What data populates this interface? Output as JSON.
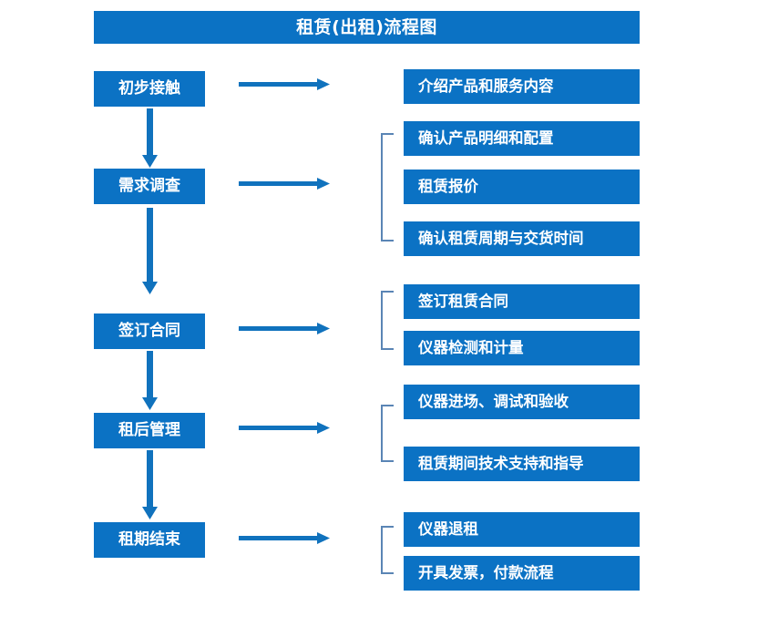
{
  "title": "租赁(出租)流程图",
  "colors": {
    "box_blue": "#0b72c4",
    "box_text": "#ffffff",
    "arrow_blue": "#1072bd",
    "bracket_blue": "#5a85b5",
    "background": "#ffffff"
  },
  "stages": [
    {
      "label": "初步接触"
    },
    {
      "label": "需求调查"
    },
    {
      "label": "签订合同"
    },
    {
      "label": "租后管理"
    },
    {
      "label": "租期结束"
    }
  ],
  "groups": [
    {
      "bracket": false,
      "details": [
        {
          "label": "介绍产品和服务内容"
        }
      ]
    },
    {
      "bracket": true,
      "details": [
        {
          "label": "确认产品明细和配置"
        },
        {
          "label": "租赁报价"
        },
        {
          "label": "确认租赁周期与交货时间"
        }
      ]
    },
    {
      "bracket": true,
      "details": [
        {
          "label": "签订租赁合同"
        },
        {
          "label": "仪器检测和计量"
        }
      ]
    },
    {
      "bracket": true,
      "details": [
        {
          "label": "仪器进场、调试和验收"
        },
        {
          "label": "租赁期间技术支持和指导"
        }
      ]
    },
    {
      "bracket": true,
      "details": [
        {
          "label": "仪器退租"
        },
        {
          "label": "开具发票，付款流程"
        }
      ]
    }
  ],
  "connectors": {
    "horizontal_arrow_name": "right-arrow-icon",
    "vertical_arrow_name": "down-arrow-icon",
    "bracket_name": "group-bracket"
  }
}
